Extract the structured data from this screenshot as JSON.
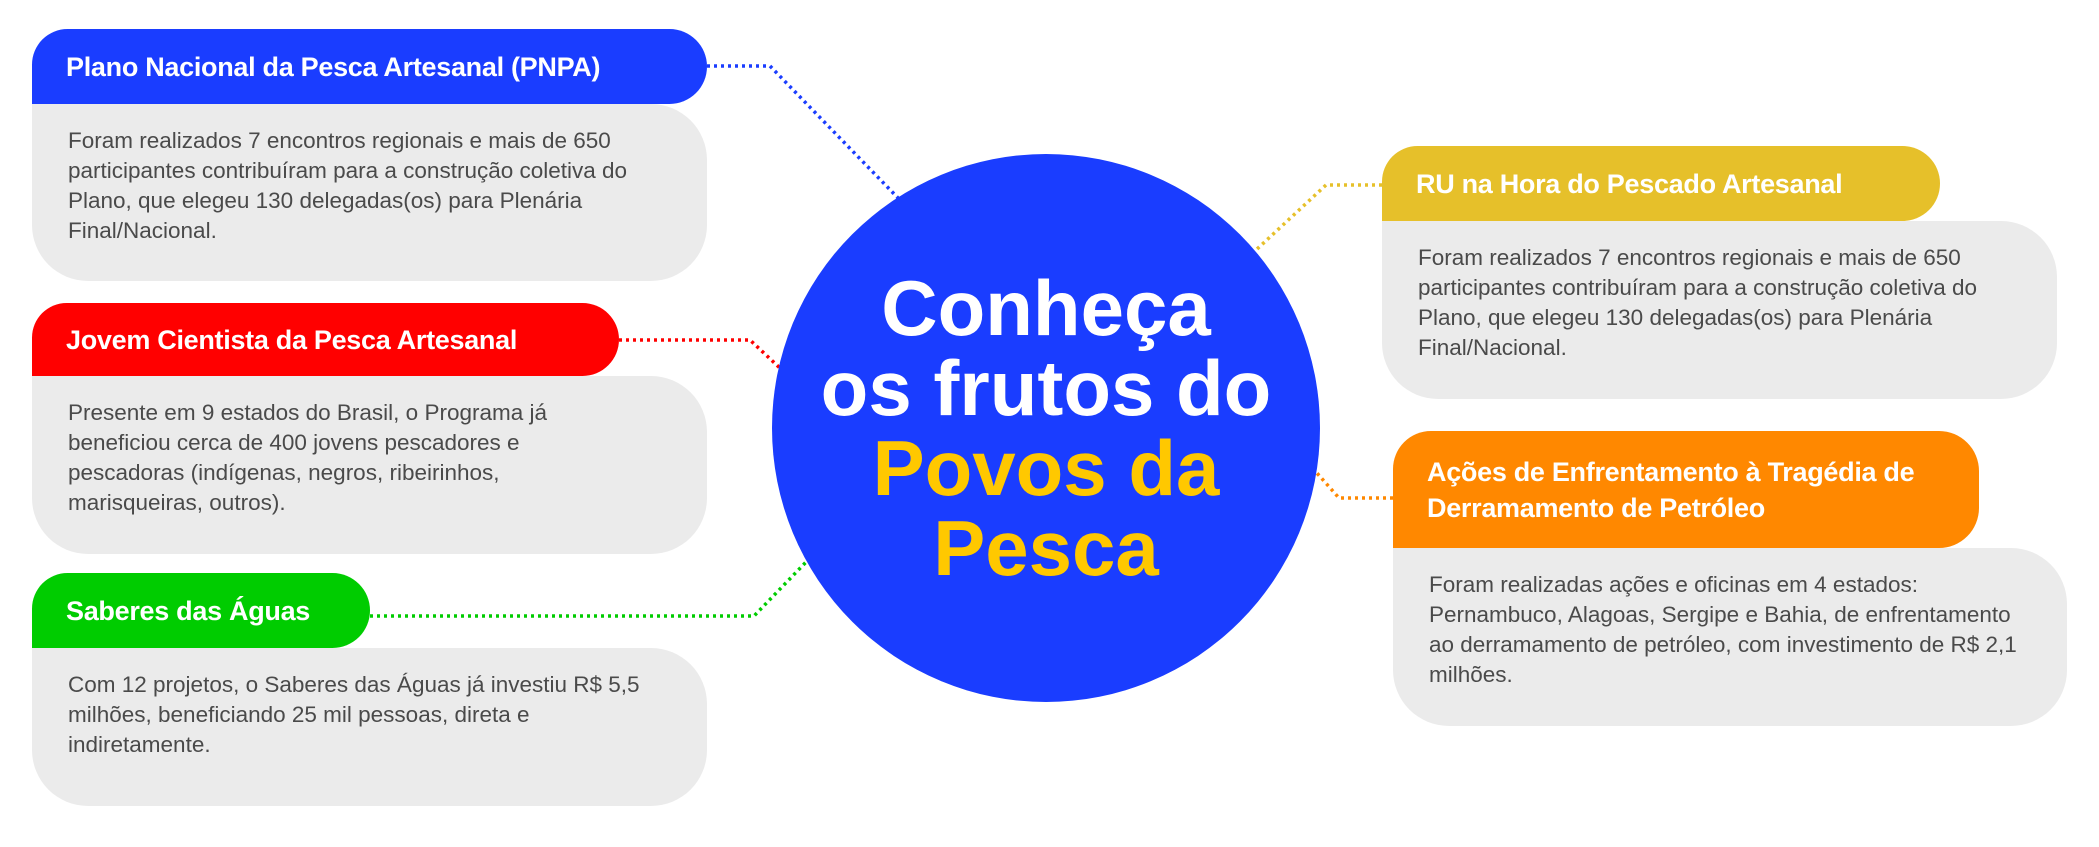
{
  "center": {
    "line1": "Conheça",
    "line2": "os frutos do",
    "line3": "Povos da",
    "line4": "Pesca"
  },
  "cards": [
    {
      "title": "Plano Nacional da Pesca Artesanal (PNPA)",
      "color": "#1a3dff",
      "text": "Foram realizados 7 encontros regionais e mais de 650 participantes contribuíram para a construção coletiva do Plano, que elegeu 130 delegadas(os) para Plenária Final/Nacional."
    },
    {
      "title": "Jovem Cientista da Pesca Artesanal",
      "color": "#ff0000",
      "text": "Presente em 9 estados do Brasil, o Programa já beneficiou cerca de 400 jovens pescadores e pescadoras (indígenas, negros, ribeirinhos, marisqueiras, outros)."
    },
    {
      "title": "Saberes das Águas",
      "color": "#00cc00",
      "text": "Com 12 projetos, o Saberes das Águas já investiu R$ 5,5 milhões, beneficiando 25 mil pessoas, direta e indiretamente."
    },
    {
      "title": "RU na Hora do Pescado Artesanal",
      "color": "#e6c02a",
      "text": "Foram realizados 7 encontros regionais e mais de 650 participantes contribuíram para a construção coletiva do Plano, que elegeu 130 delegadas(os) para Plenária Final/Nacional."
    },
    {
      "title": "Ações de Enfrentamento à Tragédia de Derramamento de Petróleo",
      "color": "#ff8800",
      "text": "Foram realizadas ações e oficinas em 4 estados: Pernambuco, Alagoas, Sergipe e Bahia, de enfrentamento ao derramamento de petróleo, com investimento de R$ 2,1 milhões."
    }
  ]
}
